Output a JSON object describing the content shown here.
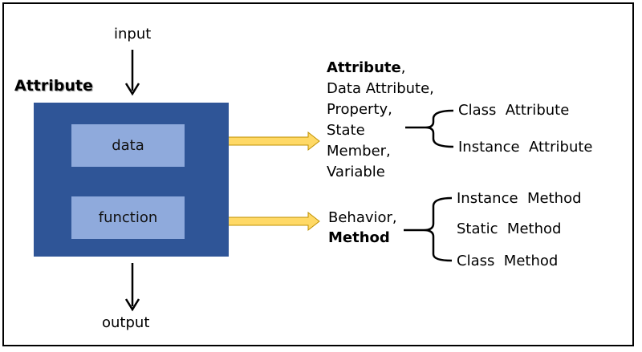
{
  "diagram": {
    "title": "Attribute",
    "input_label": "input",
    "output_label": "output",
    "data_box_label": "data",
    "function_box_label": "function",
    "attribute_terms": {
      "heading": "Attribute",
      "heading_suffix": ",",
      "lines": [
        "Data Attribute,",
        "Property,",
        "State",
        "Member,",
        "Variable"
      ]
    },
    "attribute_kinds": [
      "Class  Attribute",
      "Instance  Attribute"
    ],
    "method_terms": {
      "line1": "Behavior,",
      "line2": "Method"
    },
    "method_kinds": [
      "Instance  Method",
      "Static  Method",
      "Class  Method"
    ],
    "colors": {
      "outer_box": "#2f5597",
      "inner_box": "#8faadc",
      "arrow_fill": "#ffd966",
      "arrow_stroke": "#bf9000"
    }
  }
}
